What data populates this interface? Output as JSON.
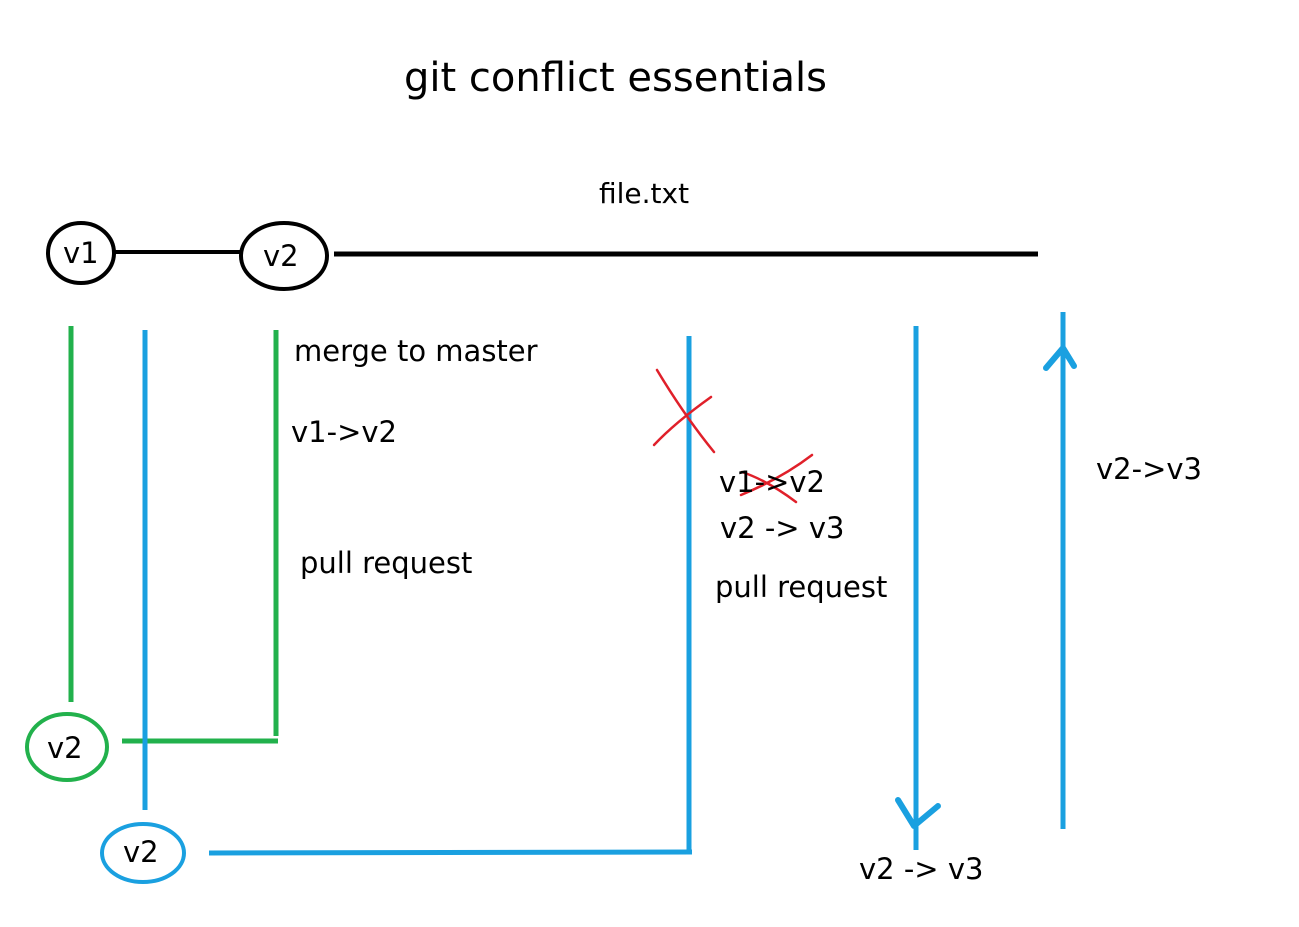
{
  "title": "git conflict essentials",
  "file_label": "file.txt",
  "nodes": {
    "master_v1": "v1",
    "master_v2": "v2",
    "green_v2": "v2",
    "blue_v2": "v2"
  },
  "annotations": {
    "merge_to_master": "merge to master",
    "green_v1_v2": "v1->v2",
    "green_pull_request": "pull request",
    "blue_v1_v2_crossed": "v1->v2",
    "blue_v2_v3": "v2 -> v3",
    "blue_pull_request": "pull request",
    "down_v2_v3": "v2 -> v3",
    "up_v2_v3": "v2->v3"
  },
  "colors": {
    "master": "#000000",
    "green_branch": "#22b14c",
    "blue_branch": "#1aa0e0",
    "cross_out": "#e0202a"
  }
}
